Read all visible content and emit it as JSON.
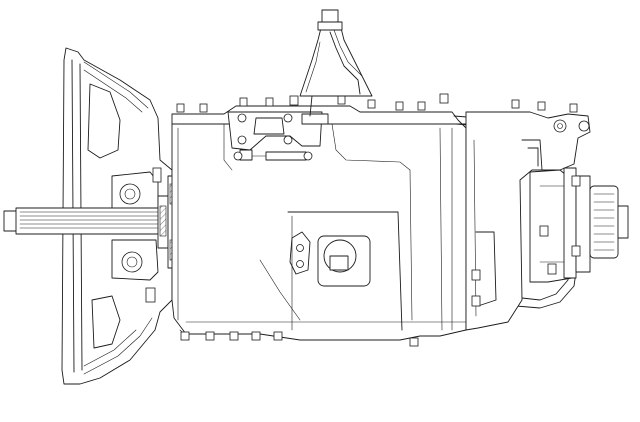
{
  "diagram": {
    "subject": "transmission-side-view-line-drawing",
    "style": "black line art on white",
    "colors": {
      "background": "#ffffff",
      "line": "#1c1c1c"
    },
    "components": [
      "bell-housing",
      "input-shaft",
      "front-bearing-retainer",
      "main-case",
      "gear-shift-tower",
      "shift-cover",
      "pto-cover",
      "oil-line",
      "rear-housing",
      "output-flange"
    ]
  }
}
